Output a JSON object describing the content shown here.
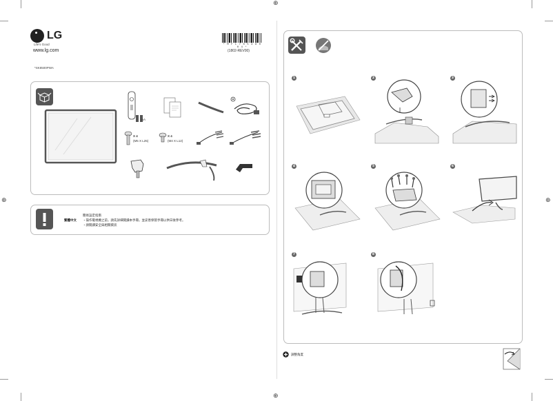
{
  "brand": {
    "logo_text": "LG",
    "tagline": "Life's Good",
    "url": "www.lg.com"
  },
  "model": "*SK8500PWA",
  "barcode": {
    "text": "* M F L 7 0 5 3 9 0 0 4 *",
    "code": "(1802-REV00)"
  },
  "accessories": {
    "batteries": "AA",
    "screws1_count": "X 4",
    "screws1_size": "(M5 X L25)",
    "screws2_count": "X 4",
    "screws2_size": "(M4 X L12)"
  },
  "warning": {
    "lang": "繁體中文",
    "lines": [
      "簡易設定指南",
      "・操作電視機之前，請先詳細閱讀本手冊，並妥善保管手冊以供日後參考。",
      "・請閱讀安全與相關資訊"
    ]
  },
  "steps": [
    "1",
    "2",
    "3",
    "4",
    "5",
    "6",
    "7",
    "8"
  ],
  "footer_note": "調整角度",
  "colors": {
    "panel_border": "#bbbbbb",
    "badge": "#555555",
    "line": "#888888"
  }
}
